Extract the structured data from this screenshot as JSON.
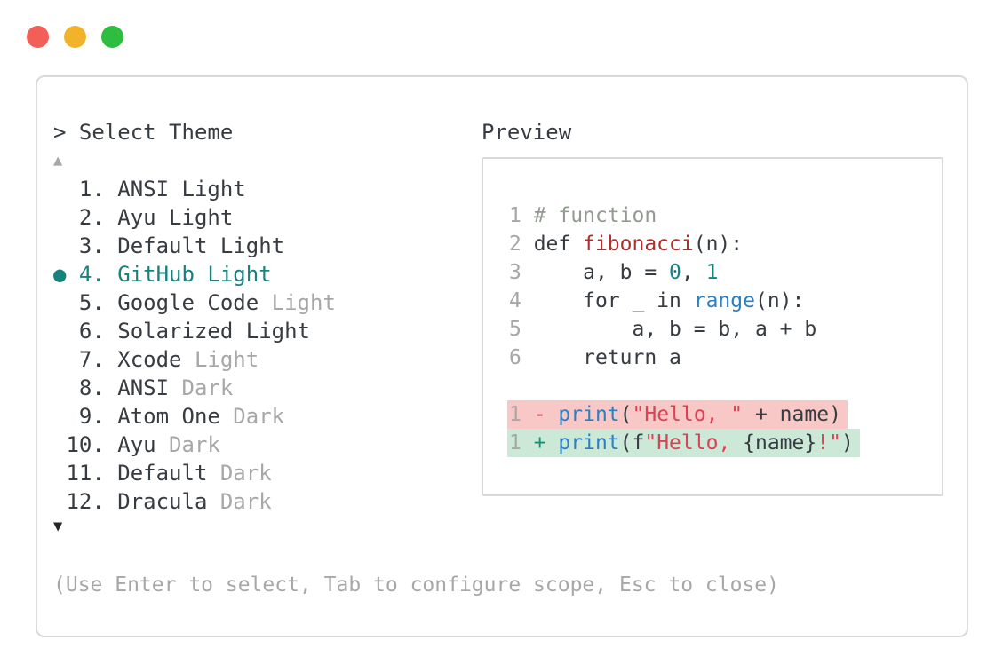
{
  "palette": {
    "text_dark": "#363c42",
    "text_gray": "#a7a7a7",
    "arrow_dark": "#262626",
    "accent_teal": "#17837c",
    "comment_green": "#919b90",
    "function_red": "#b02e2e",
    "builtin_blue": "#2d7fc1",
    "number_teal": "#16818a",
    "string_red": "#da4355",
    "added_green": "#1a8f78",
    "removed_bg": "#f8c8c6",
    "added_bg": "#cce9d8",
    "window_border": "#dadada",
    "traffic_red": "#f25f58",
    "traffic_yellow": "#f2b32b",
    "traffic_green": "#2dbd3f"
  },
  "header": {
    "prompt": "> ",
    "title": "Select Theme"
  },
  "scroll": {
    "up_indicator": "▲",
    "down_indicator": "▼"
  },
  "theme_list": {
    "selected_bullet": "●",
    "items": [
      {
        "number": "1.",
        "name": "ANSI",
        "variant": "Light",
        "variant_muted": false,
        "selected": false
      },
      {
        "number": "2.",
        "name": "Ayu",
        "variant": "Light",
        "variant_muted": false,
        "selected": false
      },
      {
        "number": "3.",
        "name": "Default",
        "variant": "Light",
        "variant_muted": false,
        "selected": false
      },
      {
        "number": "4.",
        "name": "GitHub",
        "variant": "Light",
        "variant_muted": false,
        "selected": true
      },
      {
        "number": "5.",
        "name": "Google Code",
        "variant": "Light",
        "variant_muted": true,
        "selected": false
      },
      {
        "number": "6.",
        "name": "Solarized",
        "variant": "Light",
        "variant_muted": false,
        "selected": false
      },
      {
        "number": "7.",
        "name": "Xcode",
        "variant": "Light",
        "variant_muted": true,
        "selected": false
      },
      {
        "number": "8.",
        "name": "ANSI",
        "variant": "Dark",
        "variant_muted": true,
        "selected": false
      },
      {
        "number": "9.",
        "name": "Atom One",
        "variant": "Dark",
        "variant_muted": true,
        "selected": false
      },
      {
        "number": "10.",
        "name": "Ayu",
        "variant": "Dark",
        "variant_muted": true,
        "selected": false
      },
      {
        "number": "11.",
        "name": "Default",
        "variant": "Dark",
        "variant_muted": true,
        "selected": false
      },
      {
        "number": "12.",
        "name": "Dracula",
        "variant": "Dark",
        "variant_muted": true,
        "selected": false
      }
    ]
  },
  "preview": {
    "label": "Preview",
    "lines": [
      {
        "num": "1",
        "highlight": null,
        "tokens": [
          {
            "t": "# function",
            "c": "comment"
          }
        ]
      },
      {
        "num": "2",
        "highlight": null,
        "tokens": [
          {
            "t": "def ",
            "c": "dark"
          },
          {
            "t": "fibonacci",
            "c": "func"
          },
          {
            "t": "(n):",
            "c": "dark"
          }
        ]
      },
      {
        "num": "3",
        "highlight": null,
        "tokens": [
          {
            "t": "    a, b = ",
            "c": "dark"
          },
          {
            "t": "0",
            "c": "number"
          },
          {
            "t": ", ",
            "c": "dark"
          },
          {
            "t": "1",
            "c": "number"
          }
        ]
      },
      {
        "num": "4",
        "highlight": null,
        "tokens": [
          {
            "t": "    for _ in ",
            "c": "dark"
          },
          {
            "t": "range",
            "c": "builtin"
          },
          {
            "t": "(n):",
            "c": "dark"
          }
        ]
      },
      {
        "num": "5",
        "highlight": null,
        "tokens": [
          {
            "t": "        a, b = b, a + b",
            "c": "dark"
          }
        ]
      },
      {
        "num": "6",
        "highlight": null,
        "tokens": [
          {
            "t": "    return a",
            "c": "dark"
          }
        ]
      },
      {
        "num": "",
        "highlight": null,
        "tokens": []
      },
      {
        "num": "1",
        "highlight": "removed",
        "tokens": [
          {
            "t": "- ",
            "c": "string"
          },
          {
            "t": "print",
            "c": "builtin"
          },
          {
            "t": "(",
            "c": "dark"
          },
          {
            "t": "\"Hello, \"",
            "c": "string"
          },
          {
            "t": " + name)",
            "c": "dark"
          }
        ]
      },
      {
        "num": "1",
        "highlight": "added",
        "tokens": [
          {
            "t": "+ ",
            "c": "add"
          },
          {
            "t": "print",
            "c": "builtin"
          },
          {
            "t": "(f",
            "c": "dark"
          },
          {
            "t": "\"Hello, ",
            "c": "string"
          },
          {
            "t": "{name}",
            "c": "dark"
          },
          {
            "t": "!\"",
            "c": "string"
          },
          {
            "t": ")",
            "c": "dark"
          }
        ]
      }
    ]
  },
  "footer": {
    "hint": "(Use Enter to select, Tab to configure scope, Esc to close)"
  }
}
